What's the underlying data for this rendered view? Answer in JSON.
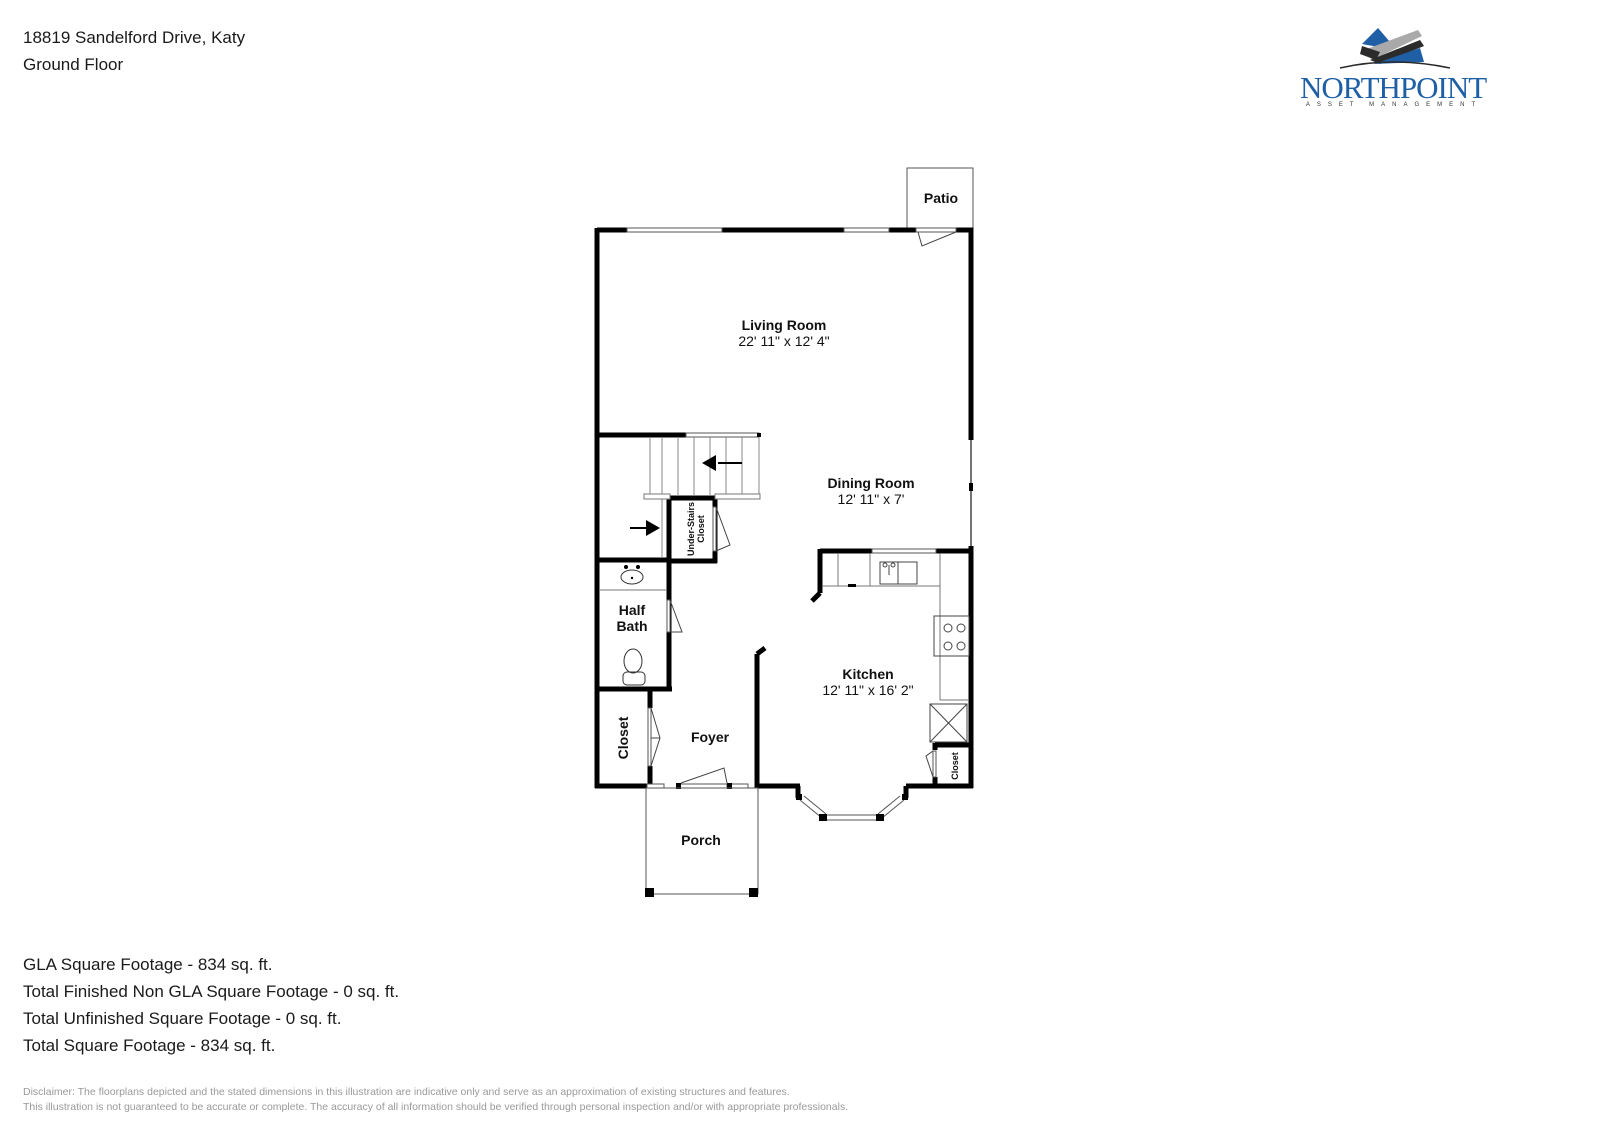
{
  "header": {
    "address": "18819 Sandelford Drive, Katy",
    "floor": "Ground Floor"
  },
  "logo": {
    "name": "NORTHPOINT",
    "tagline": "ASSET MANAGEMENT",
    "colors": {
      "blue": "#1f5fa6",
      "dark": "#2b2b2b",
      "gray": "#a9a9a9"
    }
  },
  "rooms": {
    "patio": {
      "label": "Patio"
    },
    "living_room": {
      "label": "Living Room",
      "dimensions": "22' 11\" x 12' 4\""
    },
    "dining_room": {
      "label": "Dining Room",
      "dimensions": "12' 11\" x 7'"
    },
    "under_stairs_closet": {
      "label_line1": "Under-Stairs",
      "label_line2": "Closet"
    },
    "half_bath": {
      "label_line1": "Half",
      "label_line2": "Bath"
    },
    "kitchen": {
      "label": "Kitchen",
      "dimensions": "12' 11\" x 16' 2\""
    },
    "closet_left": {
      "label": "Closet"
    },
    "closet_right": {
      "label": "Closet"
    },
    "foyer": {
      "label": "Foyer"
    },
    "porch": {
      "label": "Porch"
    }
  },
  "stats": {
    "gla": "GLA Square Footage - 834 sq. ft.",
    "finished_non_gla": "Total Finished Non GLA Square Footage - 0 sq. ft.",
    "unfinished": "Total Unfinished Square Footage - 0 sq. ft.",
    "total": "Total Square Footage - 834 sq. ft."
  },
  "disclaimer": {
    "line1": "Disclaimer: The floorplans depicted and the stated dimensions in this illustration are indicative only and serve as an approximation of existing structures and features.",
    "line2": "This illustration is not guaranteed to be accurate or complete. The accuracy of all information should be verified through personal inspection and/or with appropriate professionals."
  }
}
